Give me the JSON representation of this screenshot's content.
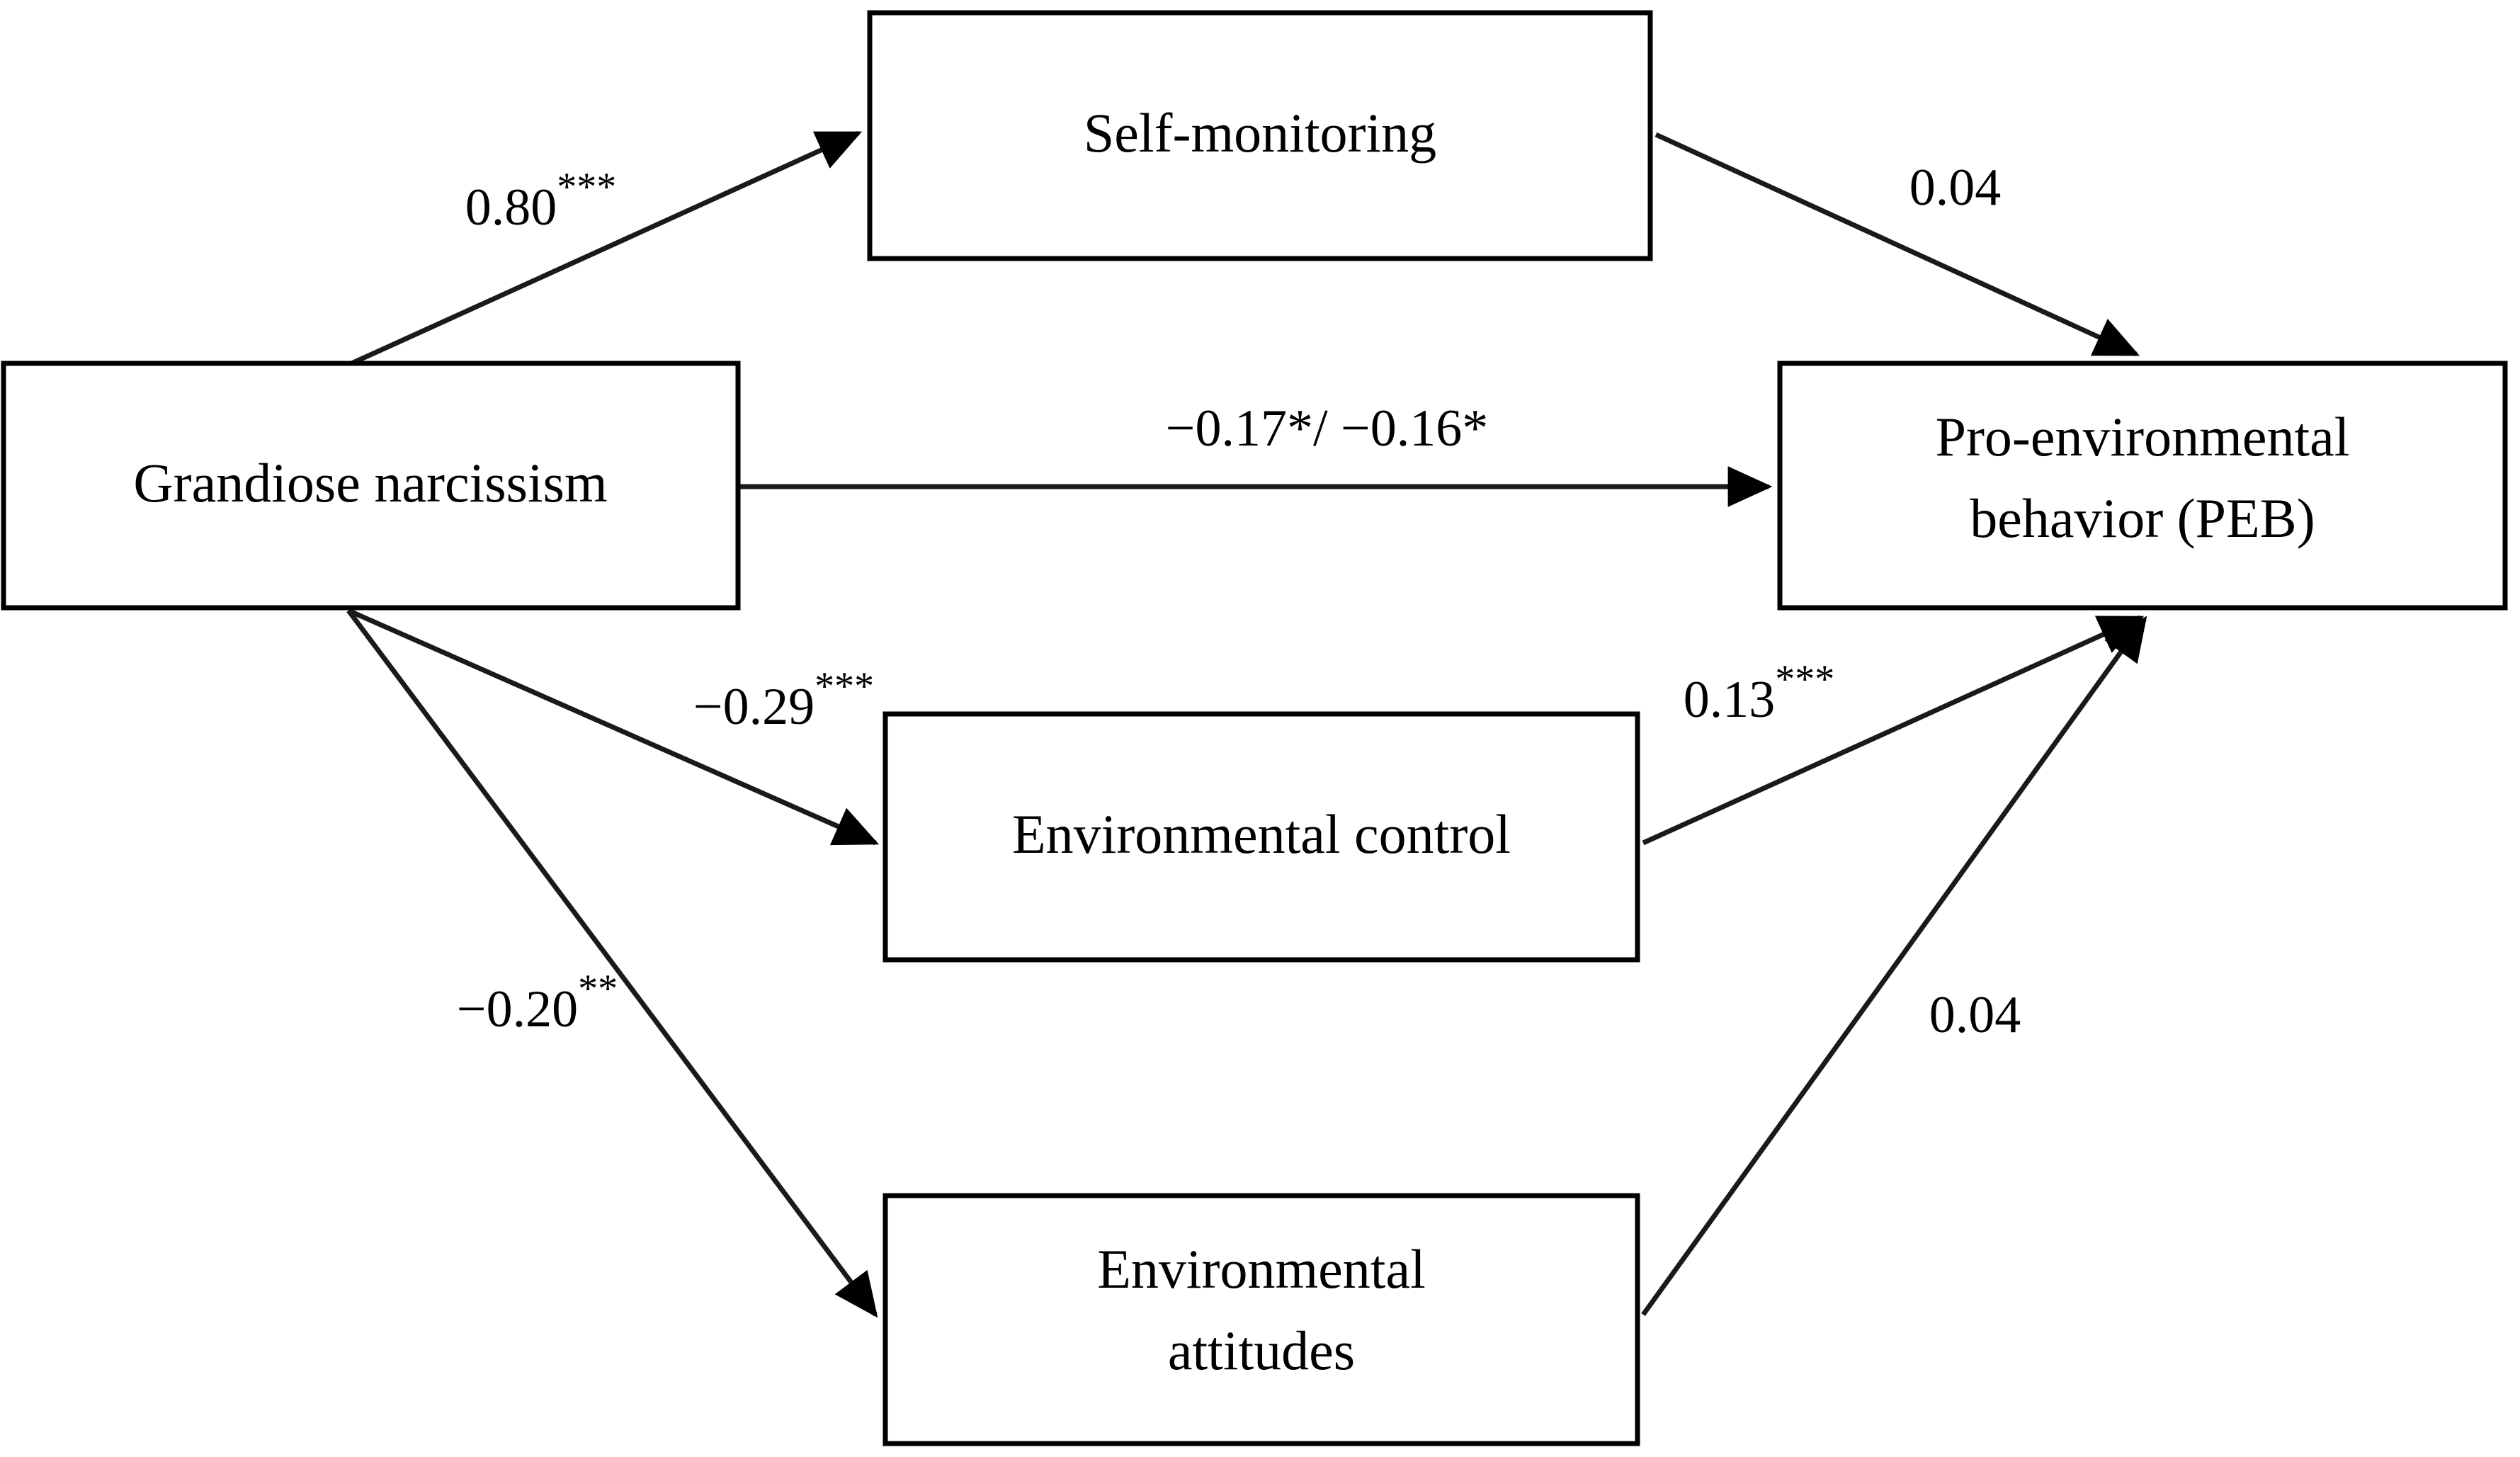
{
  "figure": {
    "title": "Grandiose narcissism path model predicting pro-environmental behavior",
    "type": "path-diagram"
  },
  "chart_data": {
    "type": "diagram",
    "title": "",
    "nodes": [
      {
        "id": "self_monitoring",
        "label": "Self-monitoring"
      },
      {
        "id": "grandiose_narcissism",
        "label": "Grandiose narcissism"
      },
      {
        "id": "peb",
        "label_line1": "Pro-environmental",
        "label_line2": "behavior (PEB)"
      },
      {
        "id": "environmental_control",
        "label": "Environmental control"
      },
      {
        "id": "environmental_attitudes",
        "label_line1": "Environmental",
        "label_line2": "attitudes"
      }
    ],
    "edges": [
      {
        "from": "grandiose_narcissism",
        "to": "self_monitoring",
        "value": "0.80",
        "stars": "***",
        "label": "0.80***"
      },
      {
        "from": "self_monitoring",
        "to": "peb",
        "value": "0.04",
        "stars": "",
        "label": "0.04"
      },
      {
        "from": "grandiose_narcissism",
        "to": "peb",
        "value": "−0.17*/ −0.16*",
        "stars": "",
        "label": "−0.17*/ −0.16*"
      },
      {
        "from": "grandiose_narcissism",
        "to": "environmental_control",
        "value": "−0.29",
        "stars": "***",
        "label": "−0.29***"
      },
      {
        "from": "environmental_control",
        "to": "peb",
        "value": "0.13",
        "stars": "***",
        "label": "0.13***"
      },
      {
        "from": "grandiose_narcissism",
        "to": "environmental_attitudes",
        "value": "−0.20",
        "stars": "**",
        "label": "−0.20**"
      },
      {
        "from": "environmental_attitudes",
        "to": "peb",
        "value": "0.04",
        "stars": "",
        "label": "0.04"
      }
    ]
  },
  "nodes": {
    "self_monitoring": {
      "label": "Self-monitoring"
    },
    "grandiose_narcissism": {
      "label": "Grandiose narcissism"
    },
    "peb": {
      "line1": "Pro-environmental",
      "line2": "behavior (PEB)"
    },
    "environmental_control": {
      "label": "Environmental control"
    },
    "environmental_attitudes": {
      "line1": "Environmental",
      "line2": "attitudes"
    }
  },
  "edge_labels": {
    "gn_to_sm": {
      "value": "0.80",
      "stars": "***"
    },
    "sm_to_peb": {
      "value": "0.04",
      "stars": ""
    },
    "gn_to_peb": {
      "value": "−0.17*/ −0.16*",
      "stars": ""
    },
    "gn_to_ec": {
      "value": "−0.29",
      "stars": "***"
    },
    "ec_to_peb": {
      "value": "0.13",
      "stars": "***"
    },
    "gn_to_ea": {
      "value": "−0.20",
      "stars": "**"
    },
    "ea_to_peb": {
      "value": "0.04",
      "stars": ""
    }
  },
  "colors": {
    "stroke": "#000000",
    "line": "#1a1a1a",
    "background": "#ffffff"
  }
}
